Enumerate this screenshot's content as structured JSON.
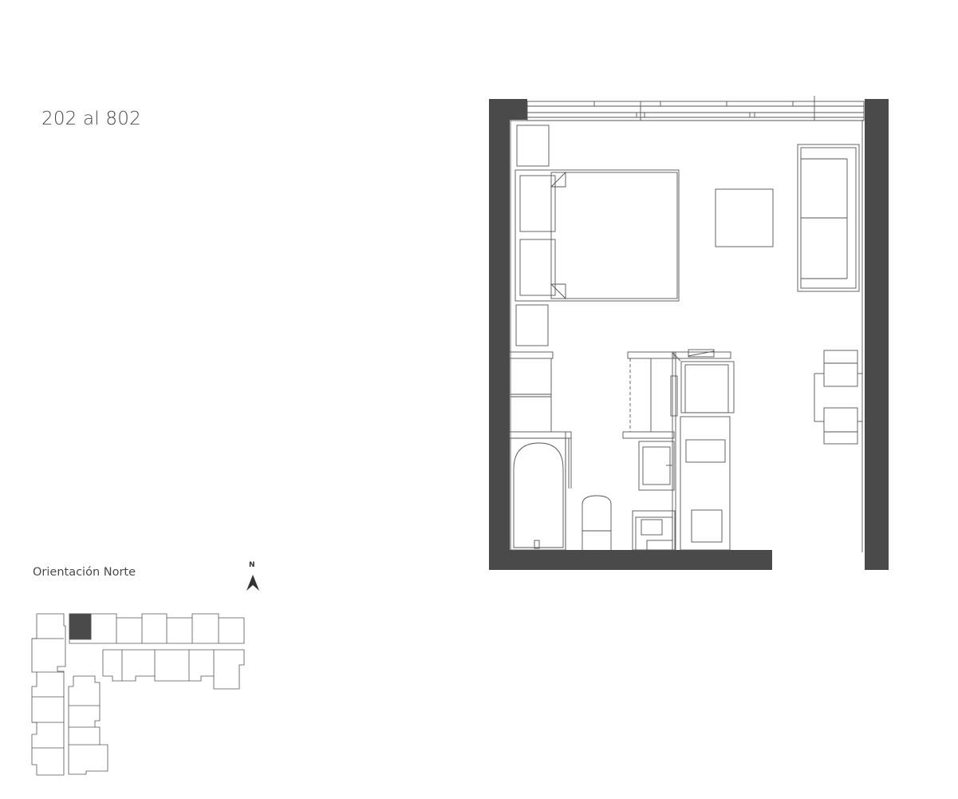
{
  "unit": {
    "title": "202 al 802"
  },
  "orientation": {
    "label": "Orientación Norte",
    "north_letter": "N"
  },
  "colors": {
    "wall": "#4a4a4a",
    "line": "#555555",
    "text": "#4a4a4a",
    "highlight": "#4a4a4a"
  },
  "icons": {
    "north": "north-arrow-icon"
  }
}
